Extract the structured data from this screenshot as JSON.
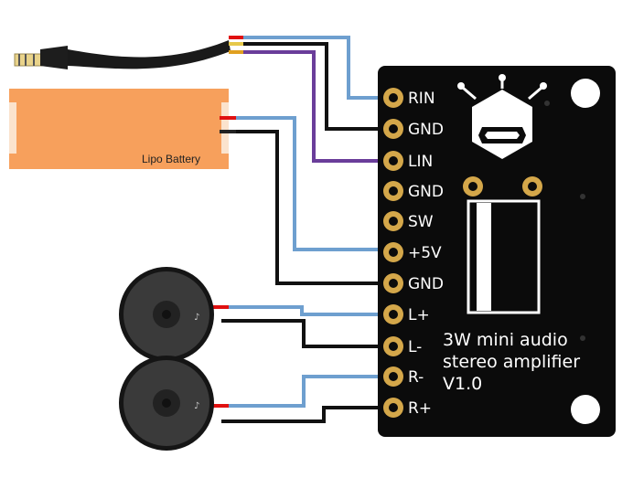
{
  "battery": {
    "label": "Lipo Battery"
  },
  "board": {
    "pins": [
      "RIN",
      "GND",
      "LIN",
      "GND",
      "SW",
      "+5V",
      "GND",
      "L+",
      "L-",
      "R-",
      "R+"
    ],
    "title_lines": [
      "3W mini audio",
      "stereo amplifier",
      "V1.0"
    ]
  },
  "colors": {
    "board": "#0b0b0b",
    "pad": "#d4a74a",
    "wire_blue": "#6e9fcf",
    "wire_black": "#111111",
    "wire_purple": "#6a3d9a",
    "wire_red": "#e01010",
    "battery": "#f7a05c"
  },
  "icons": [
    "audio-jack-icon",
    "speaker-icon",
    "robot-logo-icon"
  ]
}
